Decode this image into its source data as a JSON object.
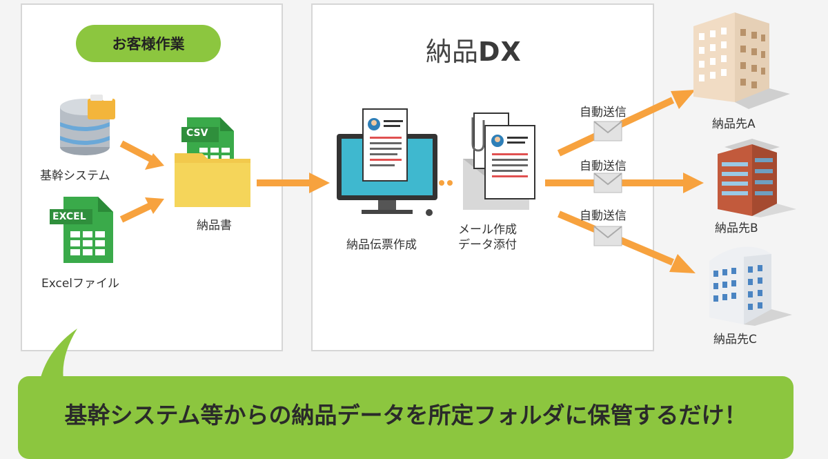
{
  "customer_panel": {
    "header": "お客様作業",
    "core_system": "基幹システム",
    "excel_file": "Excelファイル",
    "excel_badge": "EXCEL",
    "csv_badge": "CSV",
    "delivery_note": "納品書"
  },
  "dx_panel": {
    "brand_prefix": "納品",
    "brand_suffix": "DX",
    "create_slip": "納品伝票作成",
    "mail_line1": "メール作成",
    "mail_line2": "データ添付"
  },
  "send_labels": [
    "自動送信",
    "自動送信",
    "自動送信"
  ],
  "destinations": [
    "納品先A",
    "納品先B",
    "納品先C"
  ],
  "footer_message": "基幹システム等からの納品データを所定フォルダに保管するだけ！",
  "colors": {
    "accent_green": "#8cc63f",
    "arrow_orange": "#f7a23e",
    "excel_green": "#3aaa4a",
    "folder_yellow": "#f5d55a"
  }
}
